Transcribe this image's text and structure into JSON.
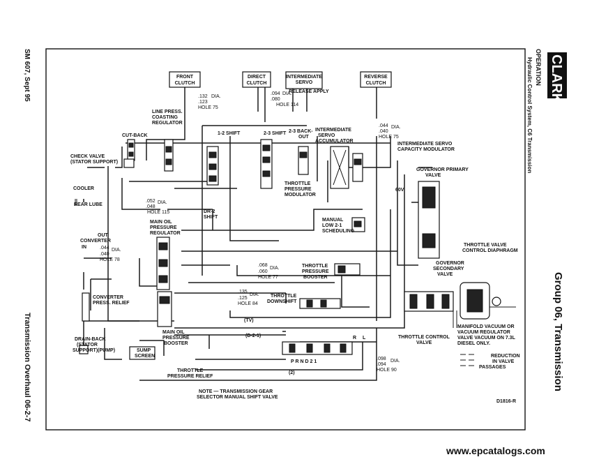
{
  "header": {
    "brand": "CLARK",
    "operation": "OPERATION",
    "subtitle": "Hydraulic Control System, C6 Transmission",
    "group": "Group 06, Transmission"
  },
  "footer": {
    "left_top": "SM 607, Sept 95",
    "left_bottom": "Transmission Overhaul   06-2-7",
    "url": "www.epcatalogs.com",
    "code": "D1816-R"
  },
  "labels": {
    "front_clutch_1": "FRONT",
    "front_clutch_2": "CLUTCH",
    "direct_clutch_1": "DIRECT",
    "direct_clutch_2": "CLUTCH",
    "int_servo_1": "INTERMEDIATE",
    "int_servo_2": "SERVO",
    "release_apply": "RELEASE APPLY",
    "reverse_clutch_1": "REVERSE",
    "reverse_clutch_2": "CLUTCH",
    "hole75a_1": ".132",
    "hole75a_2": "DIA.",
    "hole75a_3": ".123",
    "hole75a_4": "HOLE 75",
    "hole114_1": ".094",
    "hole114_2": "DIA.",
    "hole114_3": ".080",
    "hole114_4": "HOLE 114",
    "hole75b_1": ".044",
    "hole75b_2": "DIA.",
    "hole75b_3": ".040",
    "hole75b_4": "HOLE 75",
    "line_press_1": "LINE PRESS.",
    "line_press_2": "COASTING",
    "line_press_3": "REGULATOR",
    "cutback": "CUT-BACK",
    "check_valve_1": "CHECK VALVE",
    "check_valve_2": "(STATOR SUPPORT)",
    "shift12": "1-2 SHIFT",
    "shift23": "2-3 SHIFT",
    "backout_1": "2-3 BACK-",
    "backout_2": "OUT",
    "accum_1": "INTERMEDIATE",
    "accum_2": "SERVO",
    "accum_3": "ACCUMULATOR",
    "servo_mod_1": "INTERMEDIATE SERVO",
    "servo_mod_2": "CAPACITY MODULATOR",
    "cooler": "COOLER",
    "rear_lube": "REAR LUBE",
    "hole115_1": ".052",
    "hole115_2": "DIA.",
    "hole115_3": ".048",
    "hole115_4": "HOLE 115",
    "throttle_mod_1": "THROTTLE",
    "throttle_mod_2": "PRESSURE",
    "throttle_mod_3": "MODULATOR",
    "dr2_1": "DR-2",
    "dr2_2": "SHIFT",
    "gov_primary_1": "GOVERNOR PRIMARY",
    "gov_primary_2": "VALVE",
    "sixty_v": "60V",
    "main_oil_1": "MAIN OIL",
    "main_oil_2": "PRESSURE",
    "main_oil_3": "REGULATOR",
    "manual_low_1": "MANUAL",
    "manual_low_2": "LOW 2-1",
    "manual_low_3": "SCHEDULING",
    "out": "OUT",
    "converter": "CONVERTER",
    "in": "IN",
    "hole78_1": ".044",
    "hole78_2": "DIA.",
    "hole78_3": ".040",
    "hole78_4": "HOLE 78",
    "throttle_diaphragm_1": "THROTTLE VALVE",
    "throttle_diaphragm_2": "CONTROL DIAPHRAGM",
    "gov_secondary_1": "GOVERNOR",
    "gov_secondary_2": "SECONDARY",
    "gov_secondary_3": "VALVE",
    "hole77_1": ".068",
    "hole77_2": "DIA.",
    "hole77_3": ".060",
    "hole77_4": "HOLE 77",
    "tp_booster_1": "THROTTLE",
    "tp_booster_2": "PRESSURE",
    "tp_booster_3": "BOOSTER",
    "conv_relief_1": "CONVERTER",
    "conv_relief_2": "PRESS. RELIEF",
    "hole84_1": ".135",
    "hole84_2": "DIA.",
    "hole84_3": ".125",
    "hole84_4": "HOLE 84",
    "downshift_1": "THROTTLE",
    "downshift_2": "DOWNSHIFT",
    "tv": "(TV)",
    "d21": "(D-2-1)",
    "manifold_1": "MANIFOLD VACUUM OR",
    "manifold_2": "VACUUM REGULATOR",
    "manifold_3": "VALVE VACUUM ON 7.3L",
    "manifold_4": "DIESEL ONLY.",
    "drain_back_1": "DRAIN-BACK",
    "drain_back_2": "(STATOR",
    "drain_back_3": "SUPPORT)(PUMP)",
    "main_oil_booster_1": "MAIN OIL",
    "main_oil_booster_2": "PRESSURE",
    "main_oil_booster_3": "BOOSTER",
    "sump_1": "SUMP",
    "sump_2": "SCREEN",
    "throttle_ctrl_1": "THROTTLE CONTROL",
    "throttle_ctrl_2": "VALVE",
    "r_letter": "R",
    "l_letter": "L",
    "prnd": "P R N D 2 1",
    "two": "(2)",
    "hole90_1": ".098",
    "hole90_2": "DIA.",
    "hole90_3": ".094",
    "hole90_4": "HOLE 90",
    "reduction_1": "REDUCTION",
    "reduction_2": "IN VALVE",
    "reduction_3": "PASSAGES",
    "tp_relief_1": "THROTTLE",
    "tp_relief_2": "PRESSURE RELIEF",
    "note_1": "NOTE — TRANSMISSION GEAR",
    "note_2": "SELECTOR MANUAL SHIFT VALVE"
  },
  "colors": {
    "ink": "#111111",
    "background": "#ffffff"
  }
}
